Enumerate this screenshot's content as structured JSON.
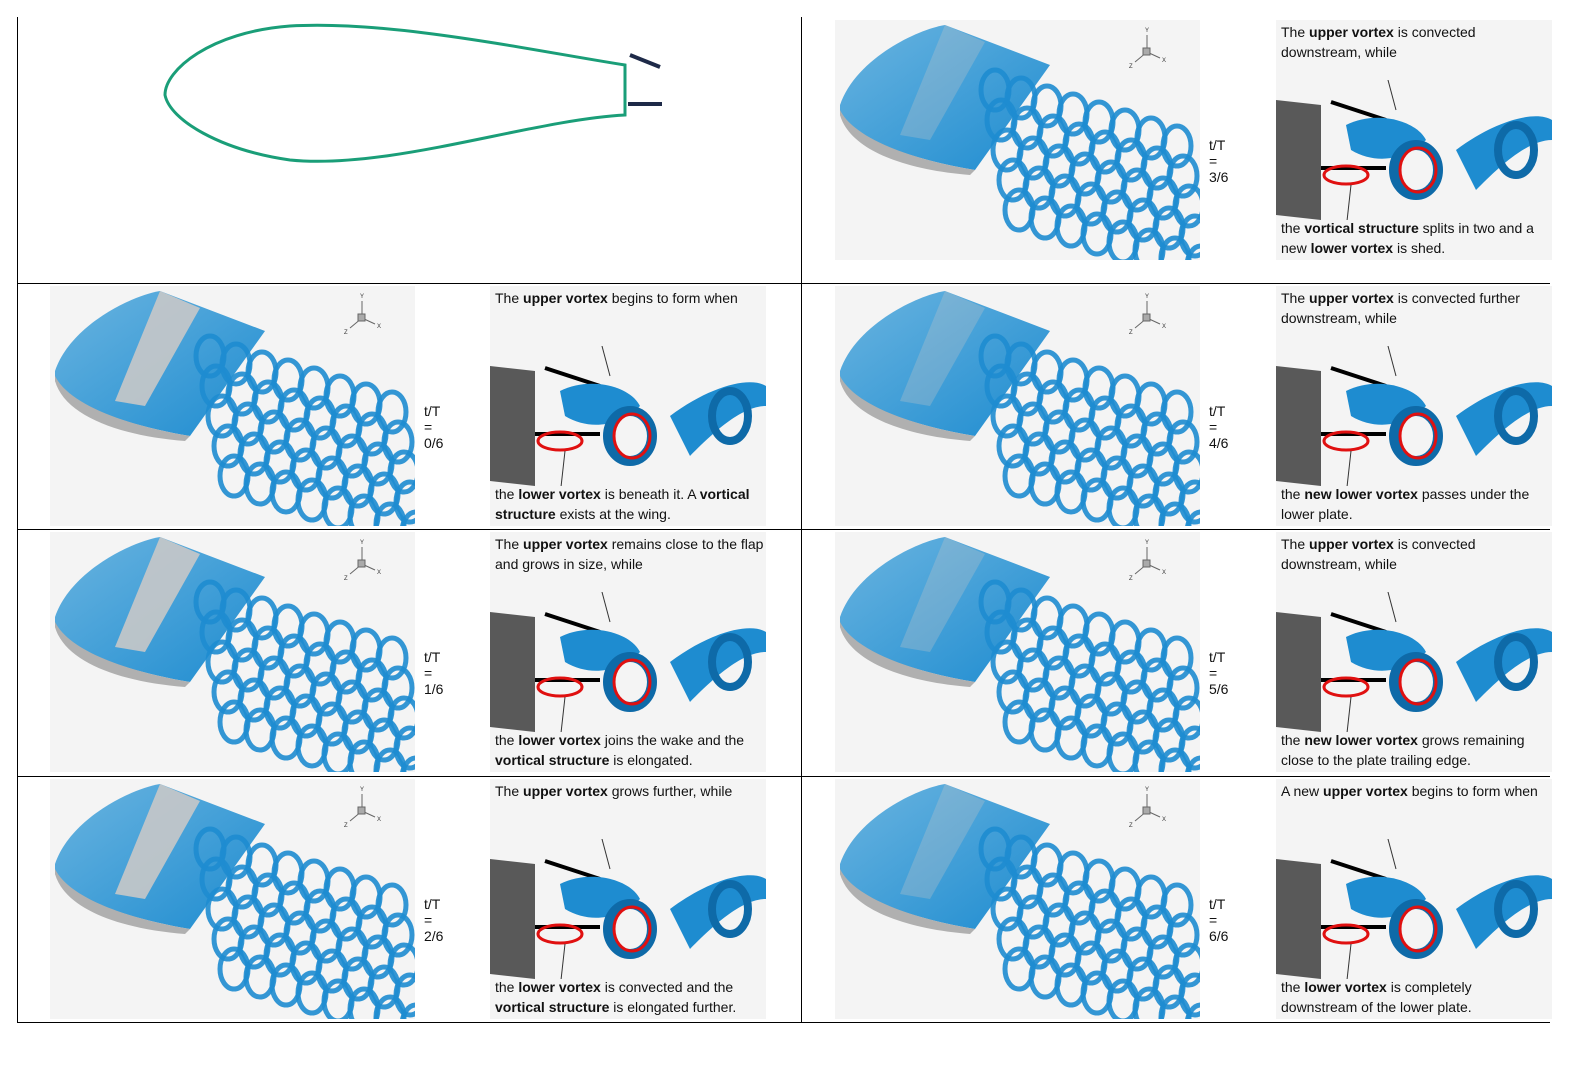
{
  "colors": {
    "airfoil": "#1a9e78",
    "vortex": "#1e90d0",
    "highlight": "#e01010",
    "plate": "#595959"
  },
  "axis_labels": {
    "y": "Y",
    "x": "X",
    "z": "Z"
  },
  "panels": [
    {
      "label": "t/T = 0/6",
      "top": [
        {
          "t": "The "
        },
        {
          "t": "upper vortex",
          "b": 1
        },
        {
          "t": " begins to form when"
        }
      ],
      "bot": [
        {
          "t": "the "
        },
        {
          "t": "lower vortex",
          "b": 1
        },
        {
          "t": " is beneath it. A "
        },
        {
          "t": "vortical structure",
          "b": 1
        },
        {
          "t": " exists at the wing."
        }
      ]
    },
    {
      "label": "t/T = 1/6",
      "top": [
        {
          "t": "The "
        },
        {
          "t": "upper vortex",
          "b": 1
        },
        {
          "t": " remains close to the flap and grows in size, while"
        }
      ],
      "bot": [
        {
          "t": "the "
        },
        {
          "t": "lower vortex",
          "b": 1
        },
        {
          "t": " joins the wake and the "
        },
        {
          "t": "vortical structure",
          "b": 1
        },
        {
          "t": " is elongated."
        }
      ]
    },
    {
      "label": "t/T = 2/6",
      "top": [
        {
          "t": "The "
        },
        {
          "t": "upper vortex",
          "b": 1
        },
        {
          "t": " grows further, while"
        }
      ],
      "bot": [
        {
          "t": "the "
        },
        {
          "t": "lower vortex",
          "b": 1
        },
        {
          "t": " is convected and the "
        },
        {
          "t": "vortical structure",
          "b": 1
        },
        {
          "t": " is elongated further."
        }
      ]
    },
    {
      "label": "t/T = 3/6",
      "top": [
        {
          "t": "The "
        },
        {
          "t": "upper vortex",
          "b": 1
        },
        {
          "t": " is convected downstream, while"
        }
      ],
      "bot": [
        {
          "t": "the "
        },
        {
          "t": "vortical structure",
          "b": 1
        },
        {
          "t": " splits in two and a new "
        },
        {
          "t": "lower vortex",
          "b": 1
        },
        {
          "t": " is shed."
        }
      ]
    },
    {
      "label": "t/T = 4/6",
      "top": [
        {
          "t": "The "
        },
        {
          "t": "upper vortex",
          "b": 1
        },
        {
          "t": " is convected further downstream, while"
        }
      ],
      "bot": [
        {
          "t": "the "
        },
        {
          "t": "new lower vortex",
          "b": 1
        },
        {
          "t": " passes under the lower plate."
        }
      ]
    },
    {
      "label": "t/T = 5/6",
      "top": [
        {
          "t": "The "
        },
        {
          "t": "upper vortex",
          "b": 1
        },
        {
          "t": " is convected downstream, while"
        }
      ],
      "bot": [
        {
          "t": "the "
        },
        {
          "t": "new lower vortex",
          "b": 1
        },
        {
          "t": " grows remaining close to the plate trailing edge."
        }
      ]
    },
    {
      "label": "t/T = 6/6",
      "top": [
        {
          "t": "A new "
        },
        {
          "t": "upper vortex",
          "b": 1
        },
        {
          "t": " begins to form when"
        }
      ],
      "bot": [
        {
          "t": "the "
        },
        {
          "t": "lower vortex",
          "b": 1
        },
        {
          "t": " is completely downstream of the lower plate."
        }
      ]
    }
  ]
}
